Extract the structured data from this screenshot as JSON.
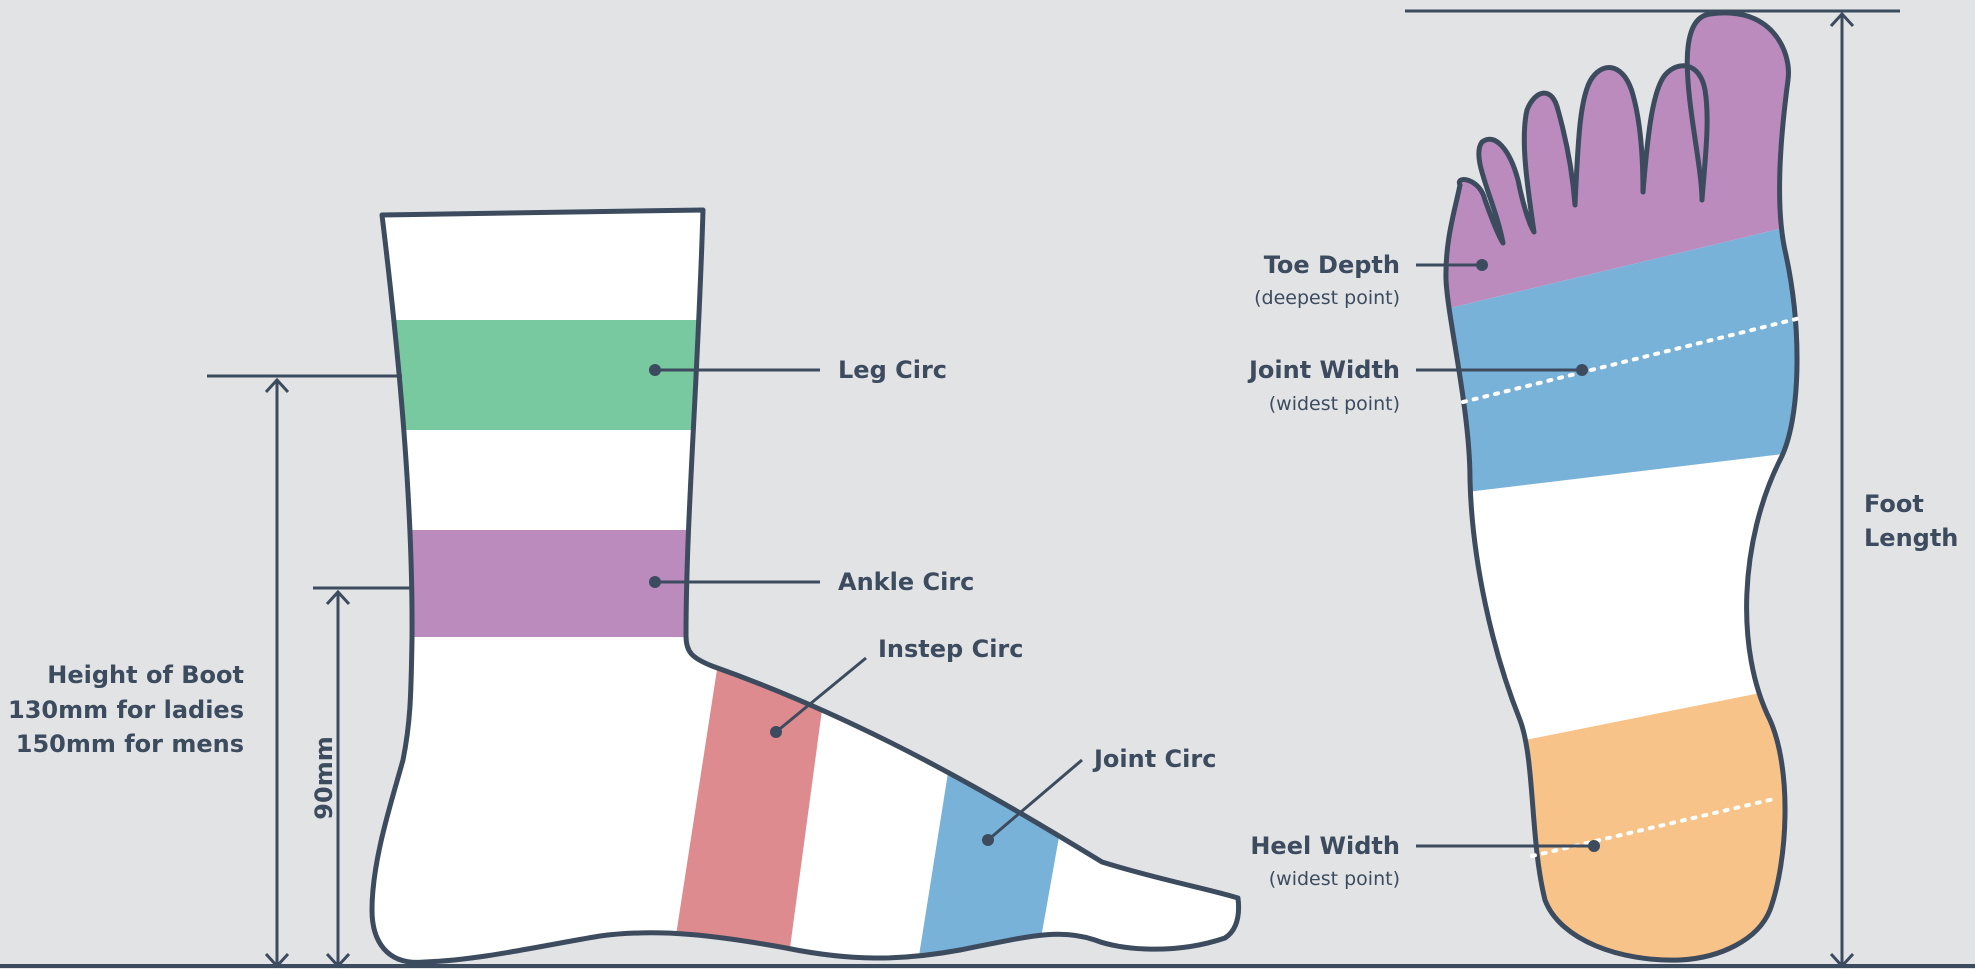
{
  "colors": {
    "background": "#e1e3e5",
    "outline": "#3d4b5e",
    "green": "#78c9a0",
    "purple": "#bb8bbe",
    "red": "#de8b8f",
    "blue": "#79b2d8",
    "orange": "#f7c388",
    "white": "#ffffff"
  },
  "labels": {
    "leg_circ": "Leg Circ",
    "ankle_circ": "Ankle Circ",
    "instep_circ": "Instep Circ",
    "joint_circ": "Joint Circ",
    "height_of_boot": "Height of Boot",
    "ladies": "130mm for ladies",
    "mens": "150mm for mens",
    "ninety_mm": "90mm",
    "toe_depth": "Toe Depth",
    "toe_depth_note": "(deepest point)",
    "joint_width": "Joint Width",
    "joint_width_note": "(widest point)",
    "heel_width": "Heel Width",
    "heel_width_note": "(widest point)",
    "foot": "Foot",
    "length": "Length"
  }
}
